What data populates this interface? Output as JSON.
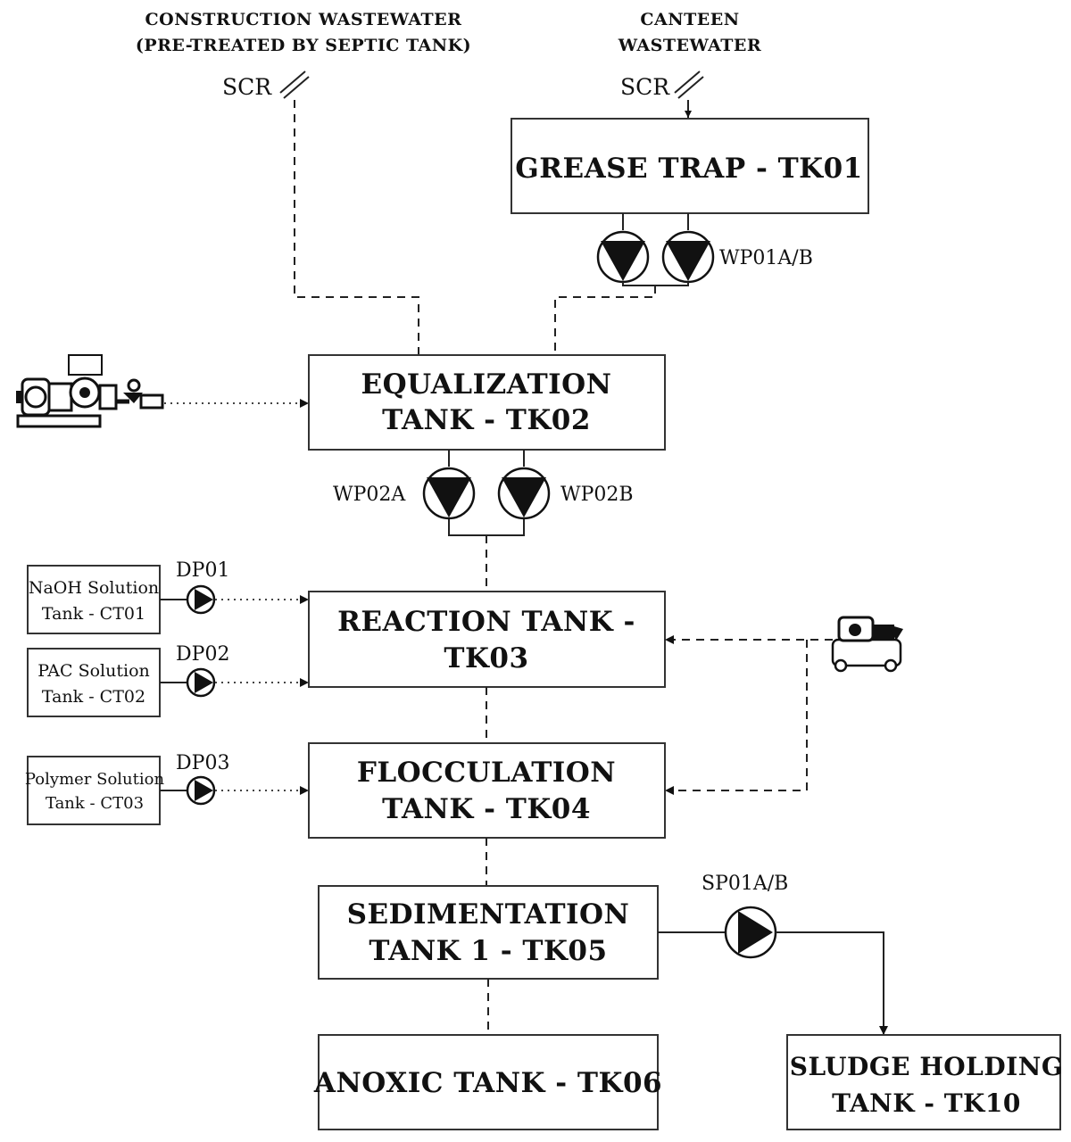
{
  "headers": {
    "construction_line1": "CONSTRUCTION WASTEWATER",
    "construction_line2": "(PRE-TREATED BY SEPTIC TANK)",
    "canteen_line1": "CANTEEN",
    "canteen_line2": "WASTEWATER"
  },
  "screens": {
    "left": "SCR",
    "right": "SCR"
  },
  "tanks": {
    "tk01": {
      "line1": "GREASE TRAP - TK01"
    },
    "tk02": {
      "line1": "EQUALIZATION",
      "line2": "TANK - TK02"
    },
    "tk03": {
      "line1": "REACTION TANK -",
      "line2": "TK03"
    },
    "tk04": {
      "line1": "FLOCCULATION",
      "line2": "TANK - TK04"
    },
    "tk05": {
      "line1": "SEDIMENTATION",
      "line2": "TANK 1 - TK05"
    },
    "tk06": {
      "line1": "ANOXIC TANK - TK06"
    },
    "tk10": {
      "line1": "SLUDGE HOLDING",
      "line2": "TANK - TK10"
    }
  },
  "chemical_tanks": {
    "ct01": {
      "line1": "NaOH Solution",
      "line2": "Tank - CT01"
    },
    "ct02": {
      "line1": "PAC Solution",
      "line2": "Tank - CT02"
    },
    "ct03": {
      "line1": "Polymer Solution",
      "line2": "Tank - CT03"
    }
  },
  "pumps": {
    "wp01": "WP01A/B",
    "wp02a": "WP02A",
    "wp02b": "WP02B",
    "dp01": "DP01",
    "dp02": "DP02",
    "dp03": "DP03",
    "sp01": "SP01A/B"
  },
  "icons": {
    "blower": "air-blower-icon",
    "compressor": "air-compressor-icon",
    "pump": "pump-icon",
    "screen": "bar-screen-icon"
  }
}
